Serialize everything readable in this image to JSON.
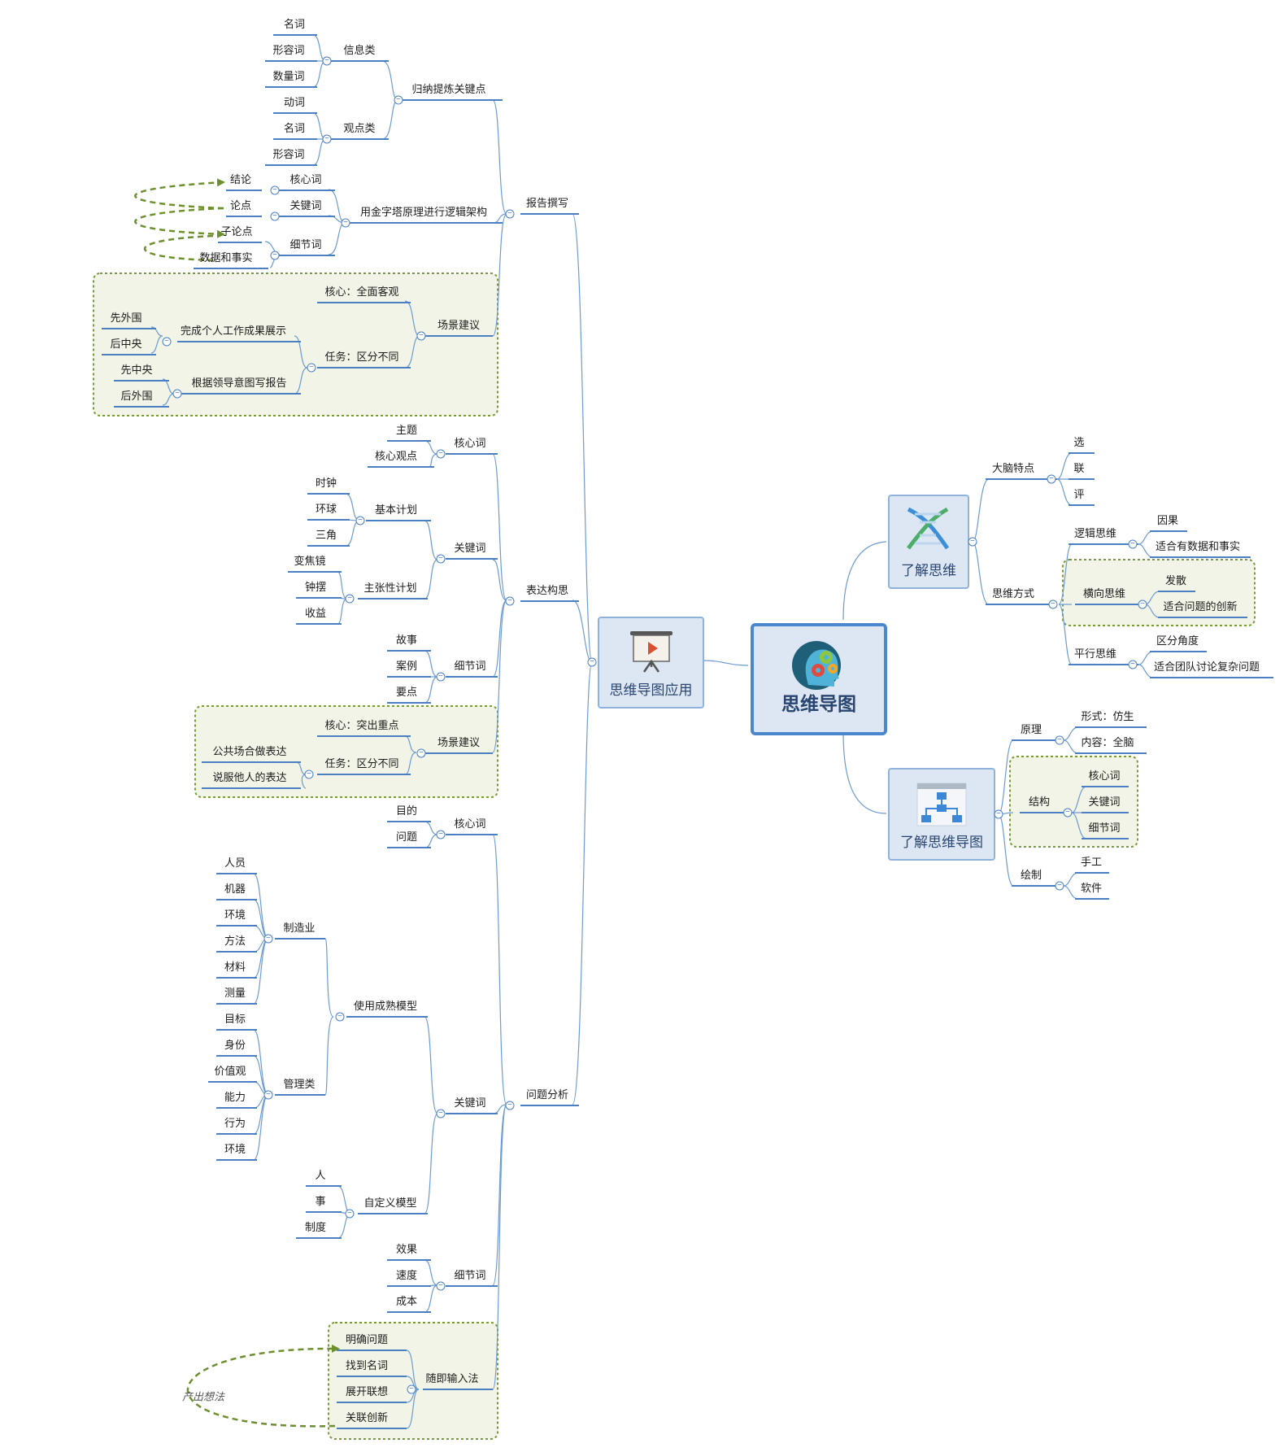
{
  "colors": {
    "connector": "#6c9bd2",
    "underline": "#4a7fc1",
    "boundary_stroke": "#7a9a3a",
    "boundary_fill": "#f1f4e6",
    "relation_arrow": "#6e8f2e",
    "topic_fill": "#dde7f4",
    "root_border": "#4a87cc"
  },
  "root": {
    "title": "思维导图",
    "icon": "head-gears-icon"
  },
  "left_main": {
    "title": "思维导图应用",
    "icon": "presentation-board-icon",
    "branches": {
      "report": {
        "label": "报告撰写",
        "summarize": {
          "label": "归纳提炼关键点",
          "info": {
            "label": "信息类",
            "items": [
              "名词",
              "形容词",
              "数量词"
            ]
          },
          "view": {
            "label": "观点类",
            "items": [
              "动词",
              "名词",
              "形容词"
            ]
          }
        },
        "pyramid": {
          "label": "用金字塔原理进行逻辑架构",
          "core": {
            "label": "核心词",
            "item": "结论"
          },
          "key": {
            "label": "关键词",
            "item": "论点"
          },
          "detail": {
            "label": "细节词",
            "items": [
              "子论点",
              "数据和事实"
            ]
          }
        },
        "scene": {
          "label": "场景建议",
          "core": "核心：全面客观",
          "task": {
            "label": "任务：区分不同",
            "a": {
              "label": "完成个人工作成果展示",
              "items": [
                "先外围",
                "后中央"
              ]
            },
            "b": {
              "label": "根据领导意图写报告",
              "items": [
                "先中央",
                "后外围"
              ]
            }
          }
        }
      },
      "express": {
        "label": "表达构思",
        "core": {
          "label": "核心词",
          "items": [
            "主题",
            "核心观点"
          ]
        },
        "key": {
          "label": "关键词",
          "basic": {
            "label": "基本计划",
            "items": [
              "时钟",
              "环球",
              "三角"
            ]
          },
          "assert": {
            "label": "主张性计划",
            "items": [
              "变焦镜",
              "钟摆",
              "收益"
            ]
          }
        },
        "detail": {
          "label": "细节词",
          "items": [
            "故事",
            "案例",
            "要点"
          ]
        },
        "scene": {
          "label": "场景建议",
          "core": "核心：突出重点",
          "task": {
            "label": "任务：区分不同",
            "items": [
              "公共场合做表达",
              "说服他人的表达"
            ]
          }
        }
      },
      "problem": {
        "label": "问题分析",
        "core": {
          "label": "核心词",
          "items": [
            "目的",
            "问题"
          ]
        },
        "key": {
          "label": "关键词",
          "mature": {
            "label": "使用成熟模型",
            "mfg": {
              "label": "制造业",
              "items": [
                "人员",
                "机器",
                "环境",
                "方法",
                "材料",
                "测量"
              ]
            },
            "mgmt": {
              "label": "管理类",
              "items": [
                "目标",
                "身份",
                "价值观",
                "能力",
                "行为",
                "环境"
              ]
            }
          },
          "custom": {
            "label": "自定义模型",
            "items": [
              "人",
              "事",
              "制度"
            ]
          }
        },
        "detail": {
          "label": "细节词",
          "items": [
            "效果",
            "速度",
            "成本"
          ]
        },
        "random": {
          "label": "随即输入法",
          "items": [
            "明确问题",
            "找到名词",
            "展开联想",
            "关联创新"
          ],
          "note": "产出想法"
        }
      }
    }
  },
  "right_top": {
    "title": "了解思维",
    "icon": "dna-icon",
    "brain": {
      "label": "大脑特点",
      "items": [
        "选",
        "联",
        "评"
      ]
    },
    "ways": {
      "label": "思维方式",
      "logic": {
        "label": "逻辑思维",
        "items": [
          "因果",
          "适合有数据和事实"
        ]
      },
      "lateral": {
        "label": "横向思维",
        "items": [
          "发散",
          "适合问题的创新"
        ]
      },
      "parallel": {
        "label": "平行思维",
        "items": [
          "区分角度",
          "适合团队讨论复杂问题"
        ]
      }
    }
  },
  "right_bottom": {
    "title": "了解思维导图",
    "icon": "org-chart-icon",
    "principle": {
      "label": "原理",
      "items": [
        "形式：仿生",
        "内容：全脑"
      ]
    },
    "structure": {
      "label": "结构",
      "items": [
        "核心词",
        "关键词",
        "细节词"
      ]
    },
    "draw": {
      "label": "绘制",
      "items": [
        "手工",
        "软件"
      ]
    }
  }
}
